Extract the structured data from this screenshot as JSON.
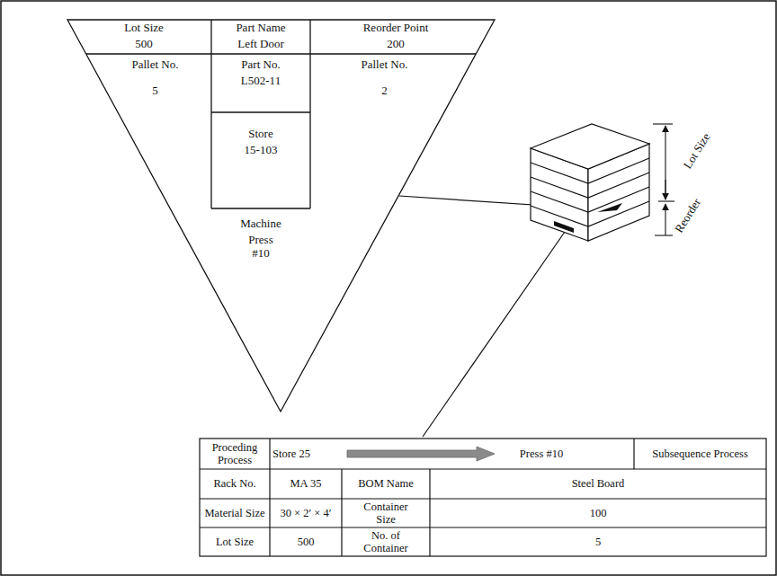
{
  "diagram": {
    "labels": [
      "Lot Size",
      "500",
      "Part Name",
      "Left Door",
      "Reorder Point",
      "200",
      "Pallet No.",
      "5",
      "Part No.",
      "L502-11",
      "Pallet No.",
      "2",
      "Store",
      "15-103",
      "Machine",
      "Press #10",
      "Lot Size",
      "Reorder",
      "Proceding Process",
      "Store 25",
      "Press #10",
      "Subsequence Process",
      "Rack No.",
      "MA 35",
      "BOM Name",
      "Steel Board",
      "Material Size",
      "30 × 2′ × 4′",
      "Container Size",
      "100",
      "Lot Size",
      "500",
      "No. of Container",
      "5"
    ]
  }
}
